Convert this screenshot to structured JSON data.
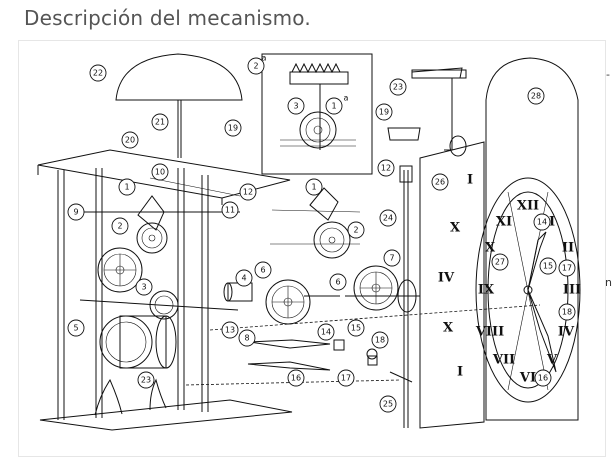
{
  "page": {
    "title": "Descripción del mecanismo."
  },
  "diagram": {
    "labels": [
      "1",
      "2",
      "3",
      "4",
      "5",
      "6",
      "7",
      "8",
      "9",
      "10",
      "11",
      "12",
      "13",
      "14",
      "15",
      "16",
      "17",
      "18",
      "19",
      "20",
      "21",
      "22",
      "23",
      "24",
      "25",
      "26",
      "27",
      "28"
    ],
    "inset_sublabels": [
      "a",
      "a"
    ],
    "roman_numerals": [
      "XII",
      "I",
      "II",
      "III",
      "IV",
      "V",
      "VI",
      "VII",
      "VIII",
      "IX",
      "X",
      "XI"
    ]
  },
  "right_edge": {
    "marks": [
      "-",
      "n"
    ]
  }
}
